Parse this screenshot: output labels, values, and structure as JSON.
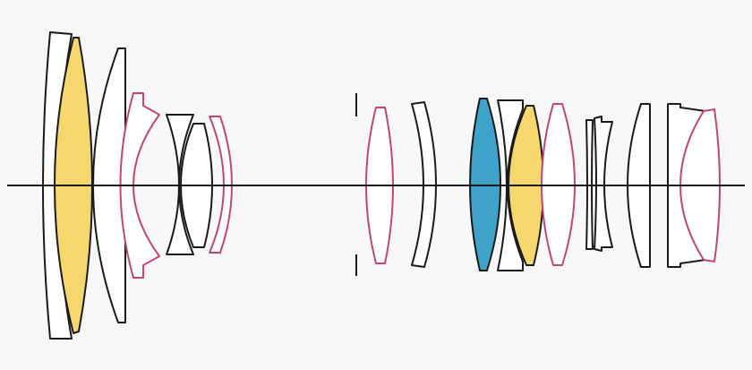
{
  "diagram": {
    "type": "optical-lens-construction",
    "lens_elements": 18,
    "element_groups": [
      {
        "group": 1,
        "elements": [
          {
            "kind": "standard",
            "color": "#ffffff"
          },
          {
            "kind": "special-dispersion",
            "color": "#f5d76e"
          },
          {
            "kind": "standard",
            "color": "#ffffff"
          },
          {
            "kind": "aspherical",
            "color": "#ffffff"
          }
        ]
      },
      {
        "group": 2,
        "elements": [
          {
            "kind": "standard",
            "color": "#ffffff"
          },
          {
            "kind": "standard",
            "color": "#ffffff"
          },
          {
            "kind": "aspherical",
            "color": "#ffffff"
          }
        ]
      },
      {
        "group": 3,
        "elements": [
          {
            "kind": "aspherical",
            "color": "#ffffff"
          },
          {
            "kind": "standard",
            "color": "#ffffff"
          }
        ]
      },
      {
        "group": 4,
        "elements": [
          {
            "kind": "high-dispersion",
            "color": "#3fa3c9"
          },
          {
            "kind": "standard",
            "color": "#ffffff"
          },
          {
            "kind": "special-dispersion",
            "color": "#f5d76e"
          },
          {
            "kind": "aspherical",
            "color": "#ffffff"
          },
          {
            "kind": "standard",
            "color": "#ffffff"
          },
          {
            "kind": "standard",
            "color": "#ffffff"
          },
          {
            "kind": "standard",
            "color": "#ffffff"
          },
          {
            "kind": "standard",
            "color": "#ffffff"
          },
          {
            "kind": "aspherical",
            "color": "#ffffff"
          }
        ]
      }
    ],
    "colors": {
      "background": "#f8f8f8",
      "outline": "#1a1a1a",
      "aspherical_outline": "#c2457a",
      "special_dispersion_fill": "#f5d76e",
      "high_dispersion_fill": "#3fa3c9",
      "standard_fill": "#ffffff"
    }
  }
}
